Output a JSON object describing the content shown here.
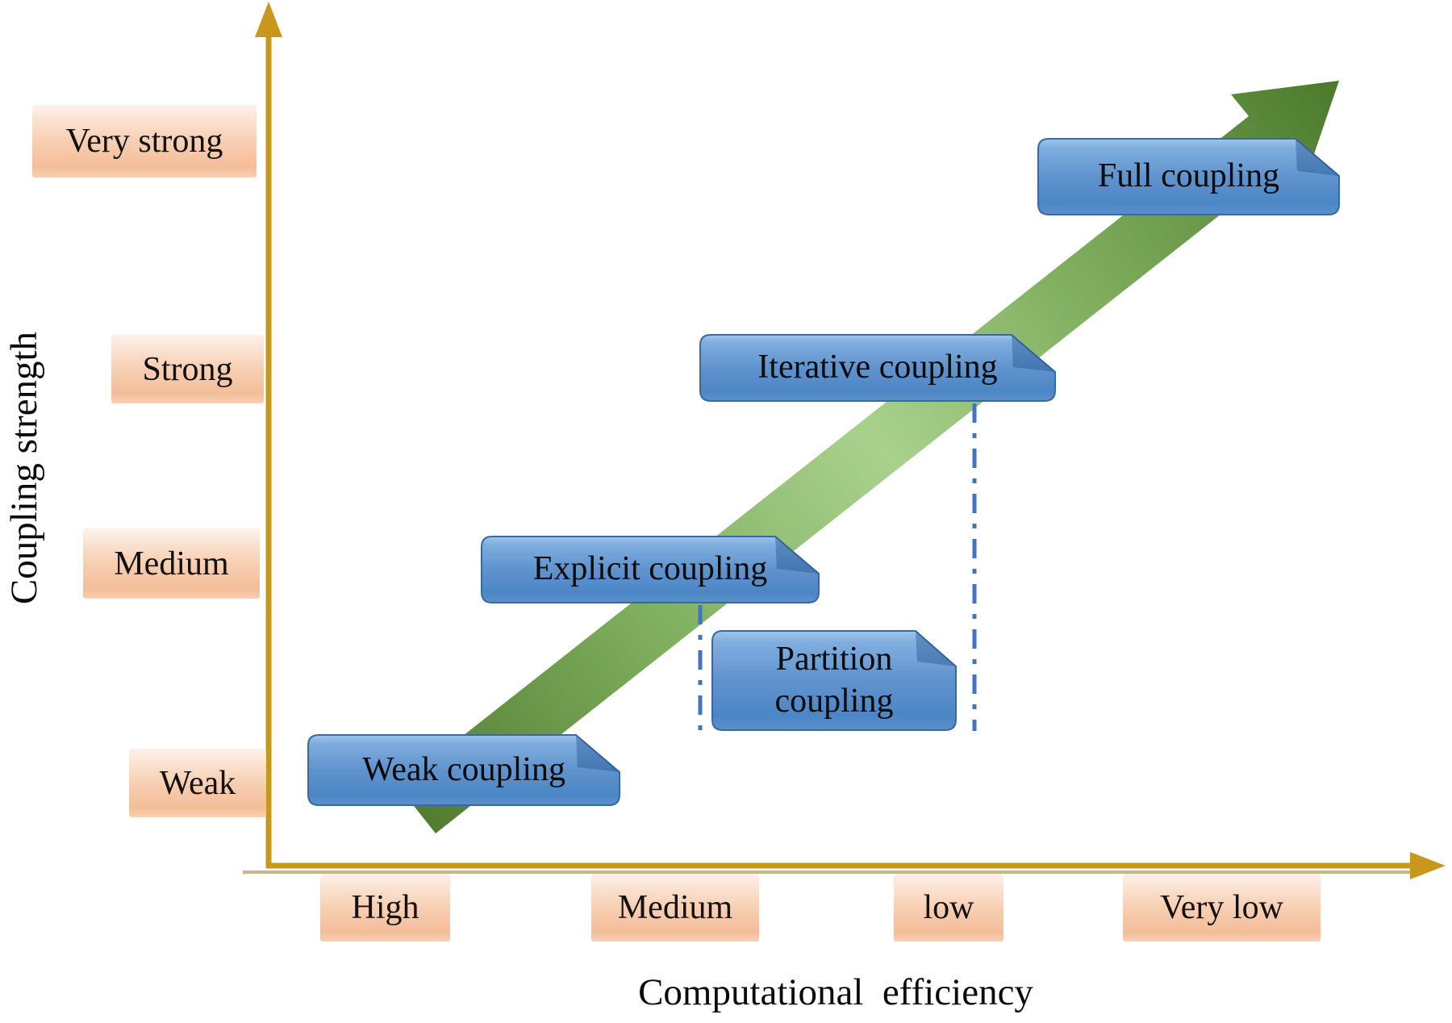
{
  "figure": {
    "type": "conceptual-diagram"
  },
  "y_axis": {
    "label": "Coupling strength",
    "ticks": [
      "Very strong",
      "Strong",
      "Medium",
      "Weak"
    ]
  },
  "x_axis": {
    "label": "Computational  efficiency",
    "ticks": [
      "High",
      "Medium",
      "low",
      "Very low"
    ]
  },
  "process_boxes": {
    "weak": {
      "label": "Weak coupling"
    },
    "explicit": {
      "label": "Explicit coupling"
    },
    "partition": {
      "label": "Partition coupling"
    },
    "iterative": {
      "label": "Iterative coupling"
    },
    "full": {
      "label": "Full coupling"
    }
  },
  "colors": {
    "axis_gold": "#C8981D",
    "axis_gold_shadow": "#8F7218",
    "arrow_green_light": "#A9D18E",
    "arrow_green_mid": "#7FAE5E",
    "arrow_green_dark": "#4C7A2C",
    "arrow_green_tail": "#527D31",
    "box_blue_top": "#9EC6EA",
    "box_blue_mid": "#6093CD",
    "box_blue_bottom": "#4C86C6",
    "box_blue_border": "#38699F",
    "box_fold_shade": "#1E4F8C",
    "tick_peach_top": "#FDF1EA",
    "tick_peach_mid": "#F8D0B4",
    "tick_peach_bottom": "#F3BD99",
    "dash_line_blue": "#4472C4",
    "text": "#111111"
  }
}
